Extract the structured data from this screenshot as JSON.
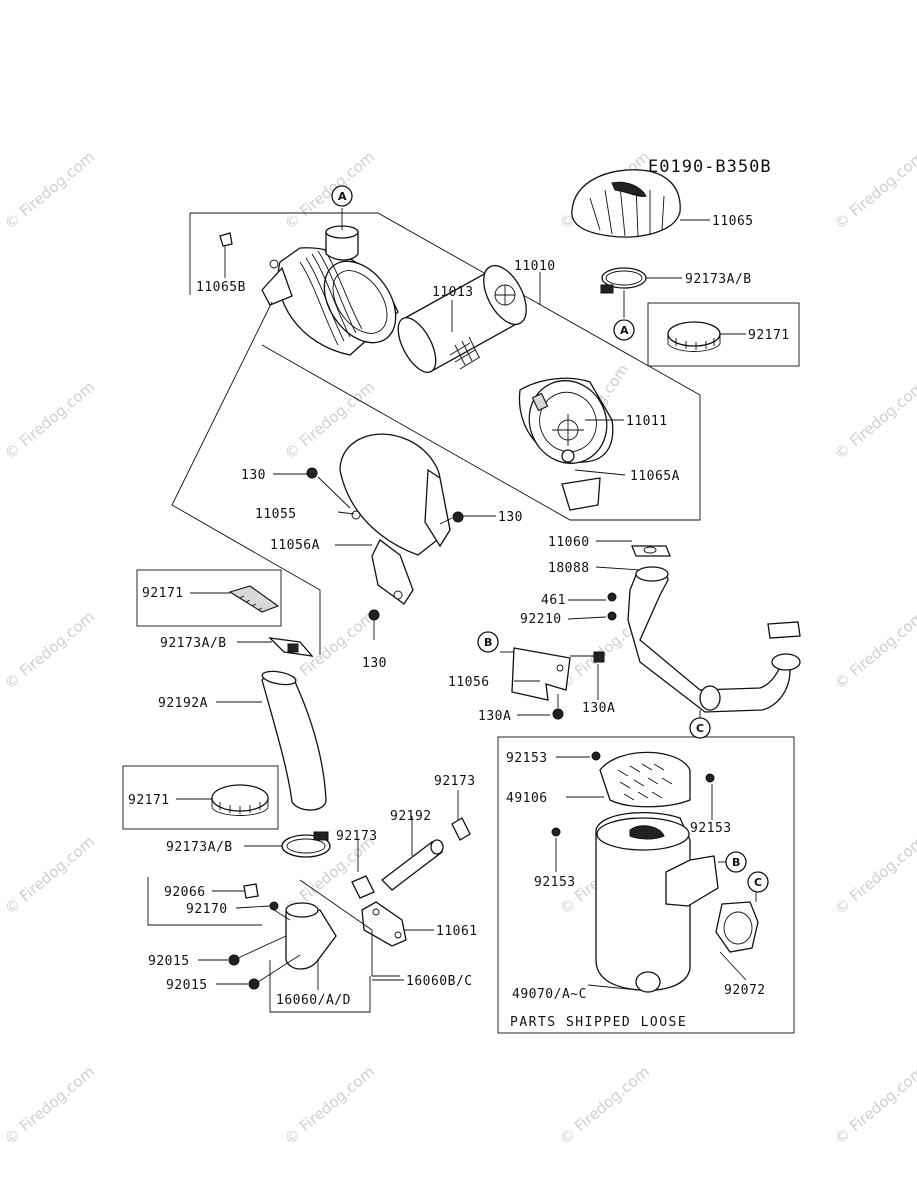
{
  "diagram_code": "E0190-B350B",
  "watermark_text": "© Firedog.com",
  "notes": {
    "shipped_loose": "PARTS SHIPPED LOOSE"
  },
  "ref_markers": {
    "a": "A",
    "b": "B",
    "c": "C"
  },
  "labels": {
    "p11065": "11065",
    "p92173ab_top": "92173A/B",
    "p92171_top": "92171",
    "p11010": "11010",
    "p11013": "11013",
    "p11065b": "11065B",
    "p11011": "11011",
    "p11065a": "11065A",
    "p130_a": "130",
    "p11055": "11055",
    "p130_b": "130",
    "p11056a": "11056A",
    "p130_c": "130",
    "p92171_mid": "92171",
    "p92173ab_mid": "92173A/B",
    "p92192a": "92192A",
    "p11060": "11060",
    "p18088": "18088",
    "p461": "461",
    "p92210": "92210",
    "p11056": "11056",
    "p130a_1": "130A",
    "p130a_2": "130A",
    "p92153_a": "92153",
    "p49106": "49106",
    "p92153_b": "92153",
    "p92153_c": "92153",
    "p49070": "49070/A~C",
    "p92072": "92072",
    "p92171_low": "92171",
    "p92173": "92173",
    "p92192": "92192",
    "p92173_b": "92173",
    "p92173ab_low": "92173A/B",
    "p92066": "92066",
    "p92170": "92170",
    "p11061": "11061",
    "p92015_a": "92015",
    "p92015_b": "92015",
    "p16060b": "16060B/C",
    "p16060": "16060/A/D"
  }
}
